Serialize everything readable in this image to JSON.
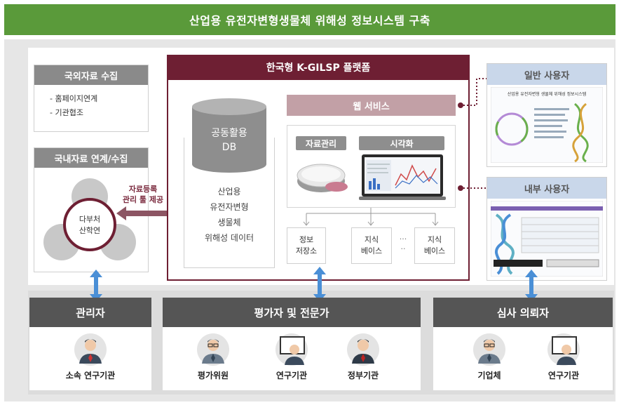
{
  "title": "산업용 유전자변형생물체 위해성 정보시스템 구축",
  "left": {
    "overseas": {
      "header": "국외자료 수집",
      "items": [
        "- 홈페이지연계",
        "- 기관협조"
      ]
    },
    "domestic": {
      "header": "국내자료 연계/수집",
      "center_line1": "다부처",
      "center_line2": "산학연"
    },
    "arrow_label_line1": "자료등록",
    "arrow_label_line2": "관리 툴 제공"
  },
  "platform": {
    "header": "한국형 K-GILSP 플랫폼",
    "db_line1": "공동활용",
    "db_line2": "DB",
    "data_lines": [
      "산업용",
      "유전자변형",
      "생물체",
      "위해성 데이터"
    ],
    "web_service": "웹 서비스",
    "data_mgmt": "자료관리",
    "visualization": "시각화",
    "outputs": [
      {
        "line1": "정보",
        "line2": "저장소"
      },
      {
        "line1": "지식",
        "line2": "베이스"
      },
      {
        "line1": "지식",
        "line2": "베이스"
      }
    ],
    "ellipsis_h": "···",
    "ellipsis_v": "··"
  },
  "users": {
    "general": "일반 사용자",
    "internal": "내부 사용자",
    "screen_title": "산업용 유전자변형 생물체 위해성 정보시스템"
  },
  "roles": [
    {
      "header": "관리자",
      "people": [
        "소속 연구기관"
      ]
    },
    {
      "header": "평가자 및 전문가",
      "people": [
        "평가위원",
        "연구기관",
        "정부기관"
      ]
    },
    {
      "header": "심사 의뢰자",
      "people": [
        "기업체",
        "연구기관"
      ]
    }
  ],
  "colors": {
    "title_green": "#5a9a3a",
    "platform_maroon": "#6e1f33",
    "arrow_blue": "#4a8fd6",
    "arrow_maroon": "#8c5563"
  }
}
